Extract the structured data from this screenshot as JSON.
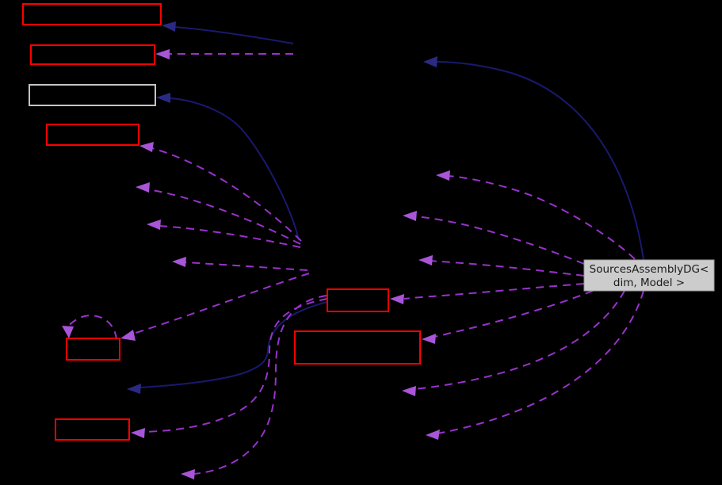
{
  "diagram": {
    "type": "collaboration-graph",
    "background_color": "#000000",
    "central_node": {
      "label": "SourcesAssemblyDG< dim, Model >",
      "label_line1": "SourcesAssemblyDG<",
      "label_line2": "dim, Model >",
      "fill_color": "#cccccc",
      "border_color": "#9e9e9e",
      "text_color": "#1a1a1a"
    },
    "nodes": [
      {
        "id": "node-top-1",
        "label": "",
        "border": "#ff0000"
      },
      {
        "id": "node-top-2",
        "label": "",
        "border": "#ff0000"
      },
      {
        "id": "node-top-3",
        "label": "",
        "border": "#c4c4c4"
      },
      {
        "id": "node-top-4",
        "label": "",
        "border": "#ff0000"
      },
      {
        "id": "node-mid-small",
        "label": "",
        "border": "#ff0000"
      },
      {
        "id": "node-mid-large",
        "label": "",
        "border": "#ff0000"
      },
      {
        "id": "node-self-loop",
        "label": "",
        "border": "#ff0000"
      },
      {
        "id": "node-bottom-left",
        "label": "",
        "border": "#ff0000"
      }
    ],
    "edge_styles": {
      "inheritance": {
        "color": "#191970",
        "pattern": "solid",
        "count": 4
      },
      "usage": {
        "color": "#9932cc",
        "pattern": "dashed",
        "count": 16
      }
    }
  }
}
